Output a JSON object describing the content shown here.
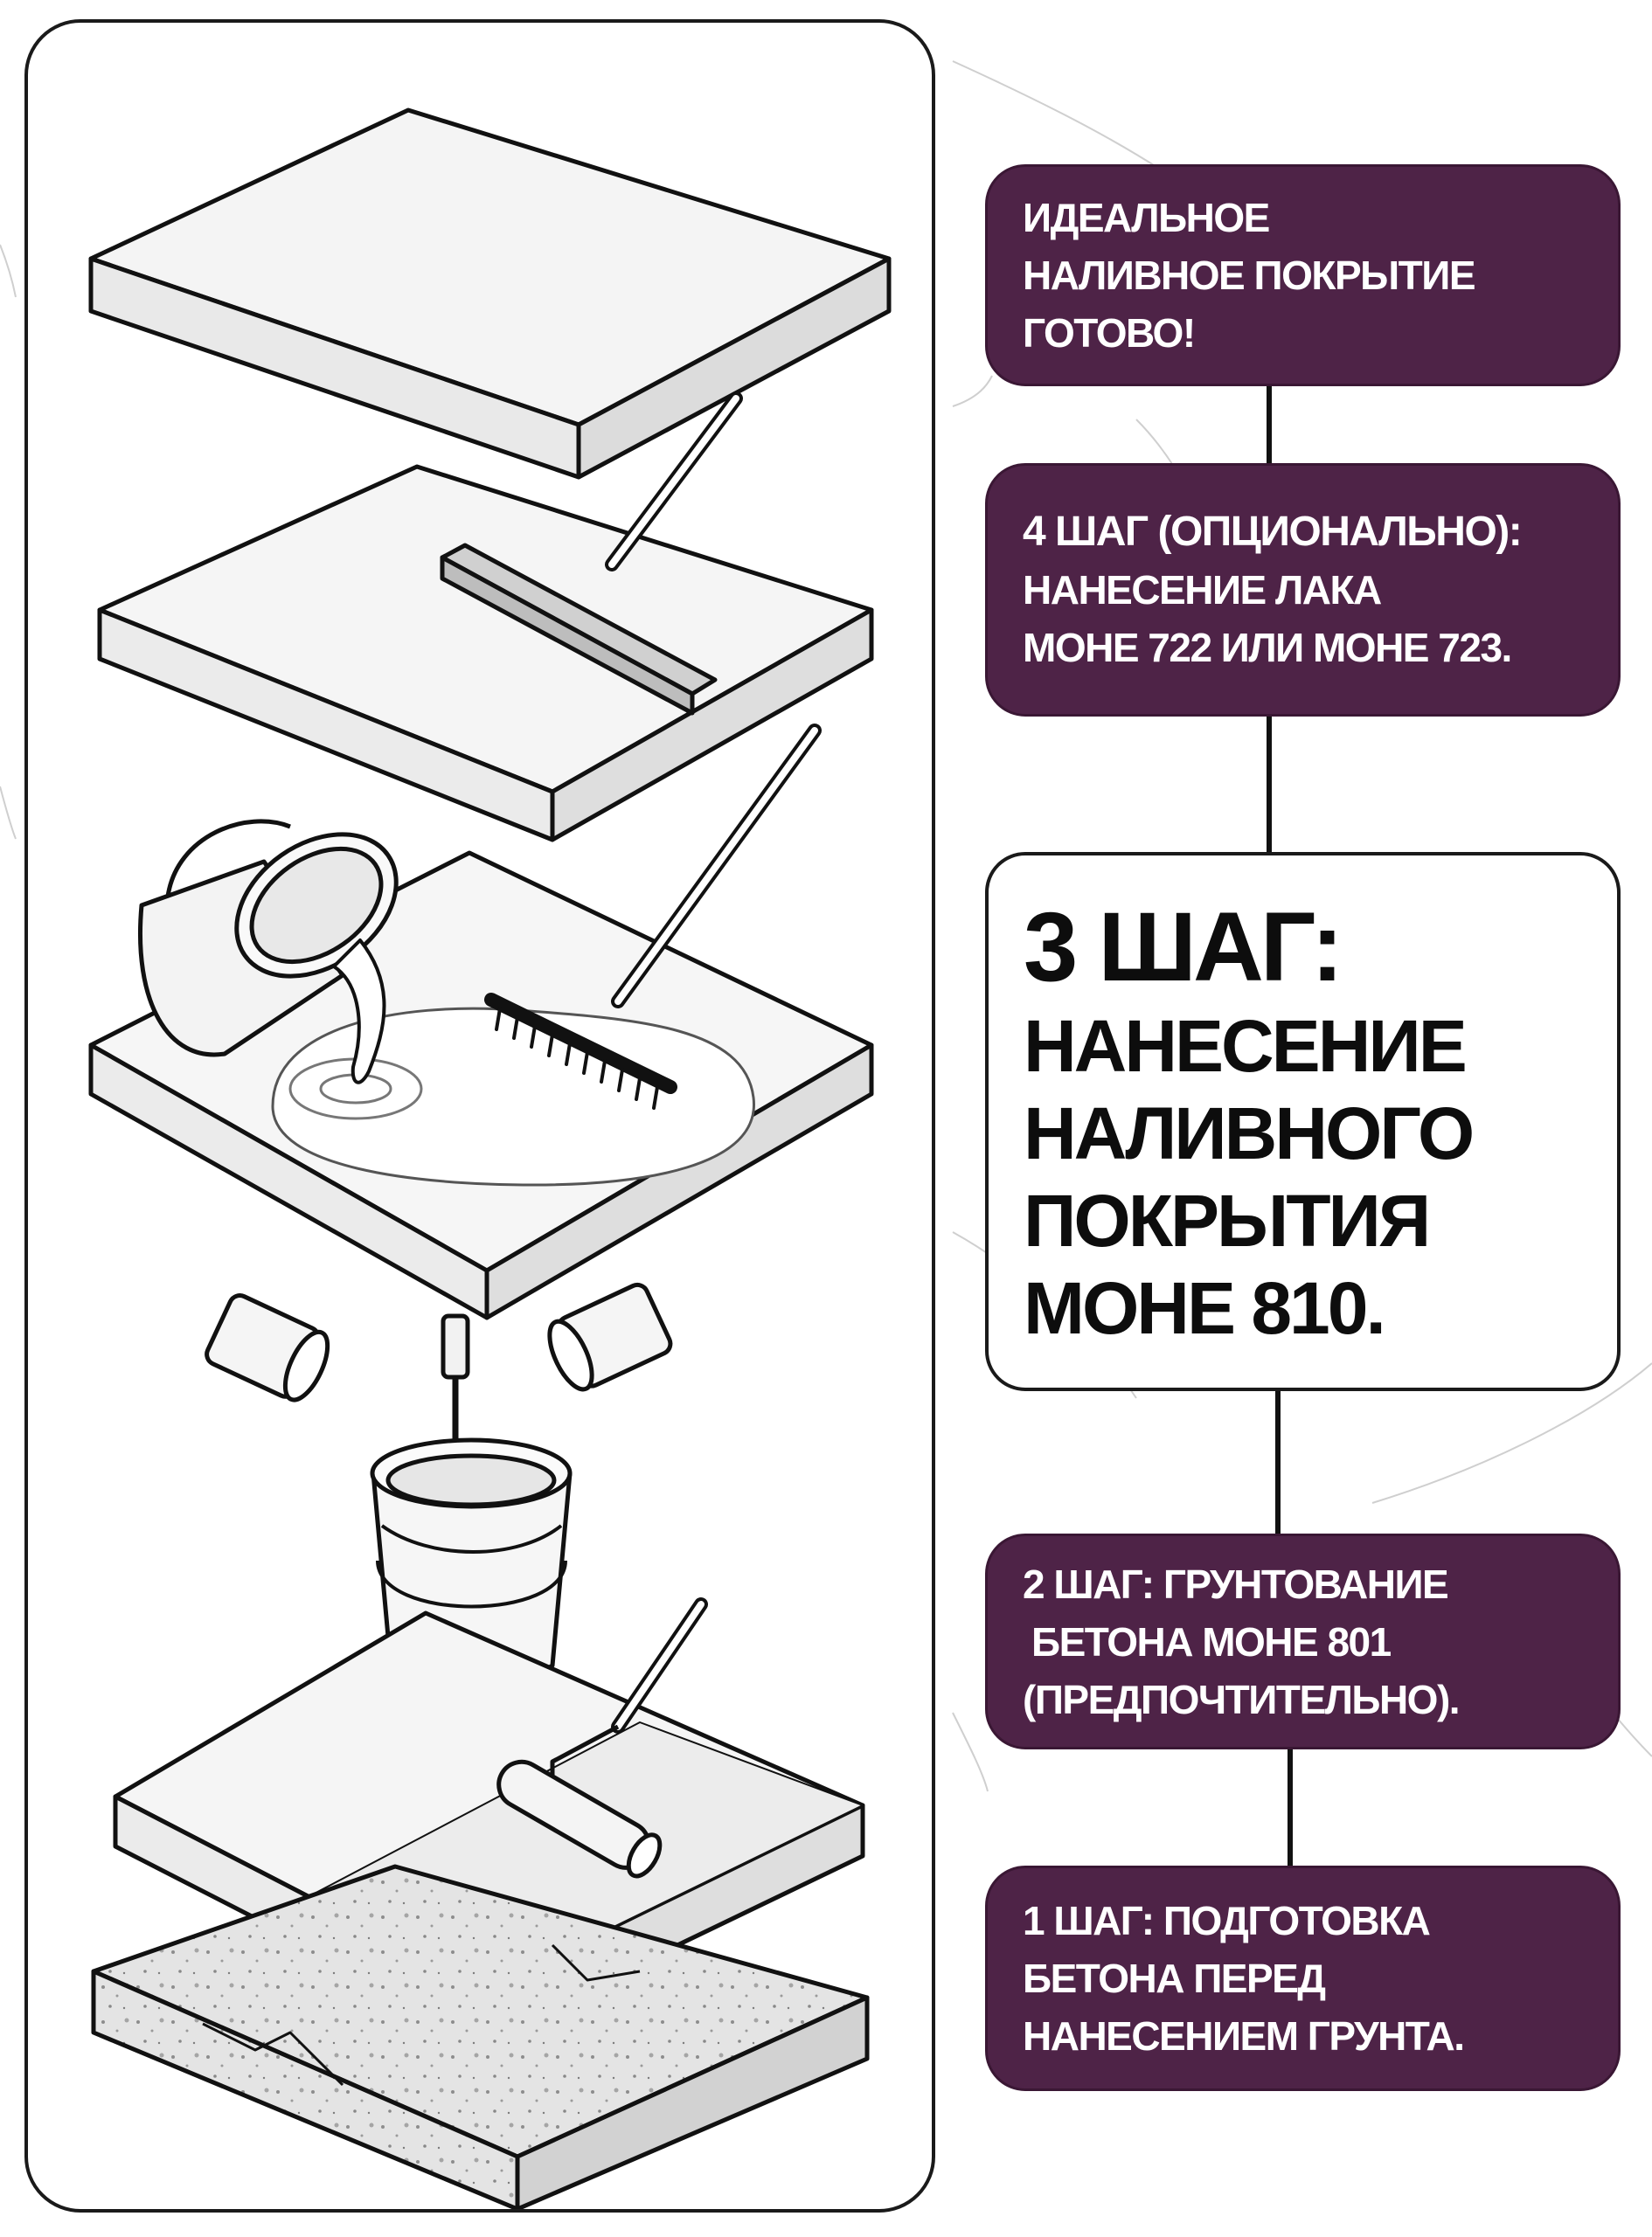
{
  "steps": {
    "done": {
      "lines": [
        "ИДЕАЛЬНОЕ",
        "НАЛИВНОЕ ПОКРЫТИЕ",
        "ГОТОВО!"
      ]
    },
    "step4": {
      "title": "4 ШАГ (ОПЦИОНАЛЬНО):",
      "lines": [
        "НАНЕСЕНИЕ ЛАКА",
        "МОНЕ 722 ИЛИ МОНЕ 723."
      ]
    },
    "step3": {
      "title": "3 ШАГ:",
      "lines": [
        "НАНЕСЕНИЕ",
        "НАЛИВНОГО",
        "ПОКРЫТИЯ",
        "МОНЕ 810."
      ]
    },
    "step2": {
      "lines": [
        "2 ШАГ: ГРУНТОВАНИЕ",
        "БЕТОНА МОНЕ 801",
        "(ПРЕДПОЧТИТЕЛЬНО)."
      ]
    },
    "step1": {
      "lines": [
        "1 ШАГ: ПОДГОТОВКА",
        "БЕТОНА ПЕРЕД",
        "НАНЕСЕНИЕМ ГРУНТА."
      ]
    }
  },
  "colors": {
    "accent_box": "#4e2347",
    "highlight_box": "#ffffff",
    "connector": "#111111"
  },
  "icons": [
    "finished-floor-layer-icon",
    "varnish-layer-with-squeegee-icon",
    "pouring-bucket-icon",
    "rake-icon",
    "self-leveling-layer-icon",
    "component-cans-icon",
    "mixing-bucket-with-drill-icon",
    "primer-layer-with-roller-icon",
    "concrete-slab-icon"
  ]
}
